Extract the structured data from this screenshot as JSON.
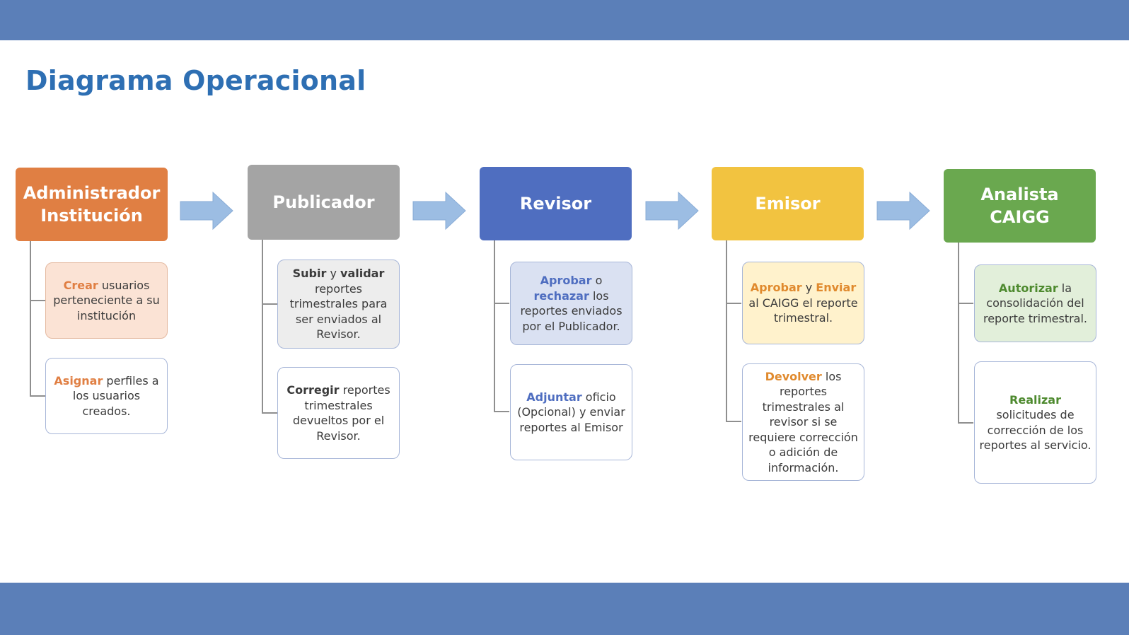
{
  "title": "Diagrama Operacional",
  "colors": {
    "band": "#5b7fb8",
    "title": "#2e6fb3",
    "administrador": "#e07f43",
    "publicador": "#a4a4a4",
    "revisor": "#4f6ec0",
    "emisor": "#f2c340",
    "analista": "#6aa84f",
    "arrow": "#9cbde3"
  },
  "roles": [
    {
      "name_line1": "Administrador",
      "name_line2": "Institución",
      "tasks": [
        {
          "kw": "Crear",
          "kw2": "",
          "conj": "",
          "rest": " usuarios perteneciente a su institución"
        },
        {
          "kw": "Asignar",
          "kw2": "",
          "conj": "",
          "rest": " perfiles a los usuarios creados."
        }
      ]
    },
    {
      "name_line1": "Publicador",
      "name_line2": "",
      "tasks": [
        {
          "kw": "Subir",
          "kw2": "validar",
          "conj": " y ",
          "rest": " reportes trimestrales para ser enviados al Revisor."
        },
        {
          "kw": "Corregir",
          "kw2": "",
          "conj": "",
          "rest": " reportes trimestrales devueltos por el Revisor."
        }
      ]
    },
    {
      "name_line1": "Revisor",
      "name_line2": "",
      "tasks": [
        {
          "kw": "Aprobar",
          "kw2": "rechazar",
          "conj": " o ",
          "rest": " los reportes enviados por el Publicador."
        },
        {
          "kw": "Adjuntar",
          "kw2": "",
          "conj": "",
          "rest": " oficio (Opcional) y enviar reportes al Emisor"
        }
      ]
    },
    {
      "name_line1": "Emisor",
      "name_line2": "",
      "tasks": [
        {
          "kw": "Aprobar",
          "kw2": "Enviar",
          "conj": " y ",
          "rest": " al CAIGG el reporte trimestral."
        },
        {
          "kw": "Devolver",
          "kw2": "",
          "conj": "",
          "rest": " los reportes trimestrales al revisor si se requiere corrección o adición de información."
        }
      ]
    },
    {
      "name_line1": "Analista CAIGG",
      "name_line2": "",
      "tasks": [
        {
          "kw": "Autorizar",
          "kw2": "",
          "conj": "",
          "rest": " la consolidación del reporte trimestral."
        },
        {
          "kw": "Realizar",
          "kw2": "",
          "conj": "",
          "rest": " solicitudes de corrección de los reportes al servicio."
        }
      ]
    }
  ]
}
